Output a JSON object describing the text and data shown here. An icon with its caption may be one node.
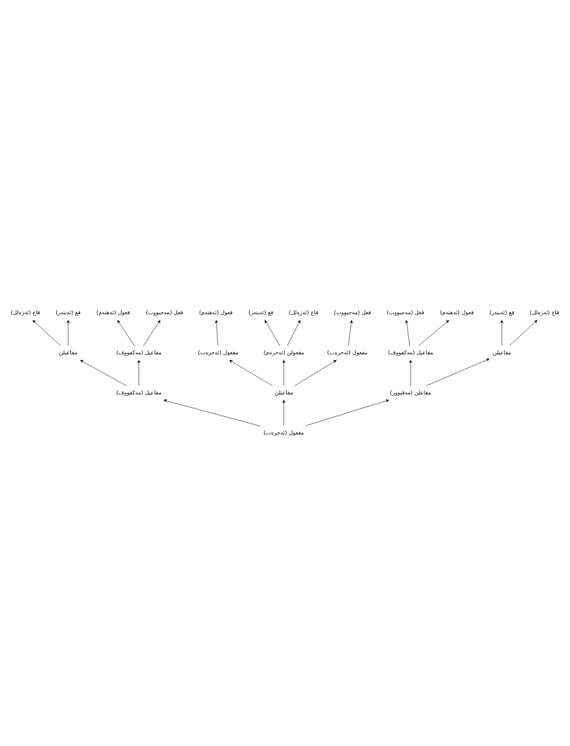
{
  "diagram": {
    "nodes": [
      {
        "text": [
          "فع (ئەبتەر)"
        ]
      },
      {
        "text": [
          "فاع (ئەزەلل)"
        ]
      },
      {
        "text": [
          "فعول (ئەهتەم)"
        ]
      },
      {
        "text": [
          "فعل (مەجبووب)"
        ]
      },
      {
        "text": [
          "مفعول (ئەخرەب)"
        ]
      },
      {
        "text": [
          "مفعولن (ئەخرەم)"
        ]
      },
      {
        "text": [
          "مفعول (ئەخرەب)"
        ]
      },
      {
        "text": [
          "فاع (ئەزەلل)"
        ]
      },
      {
        "text": [
          "فعل (مەجبووب)"
        ]
      },
      {
        "text": [
          "فعول (ئەهتەم)"
        ]
      },
      {
        "text": [
          "فع (ئەبتەر)"
        ]
      },
      {
        "text": [
          "فعول (ئەهتەم)"
        ]
      },
      {
        "text": [
          "فع (ئەبتەر)"
        ]
      },
      {
        "text": [
          "فعل (مەجبووب)"
        ]
      },
      {
        "text": [
          "فاع (ئەزەلل)"
        ]
      },
      {
        "text": [
          "مفاعیلن"
        ]
      },
      {
        "text": [
          "مفاعیل (مەکفووف)"
        ]
      },
      {
        "text": [
          "مفاعیل (مەکفووف)"
        ]
      },
      {
        "text": [
          "مفاعیلن"
        ]
      },
      {
        "text": [
          "مفاعیل (مەکفووف)"
        ]
      },
      {
        "text": [
          "مفاعیلن"
        ]
      },
      {
        "text": [
          "مفاعلن (مەقبووز)"
        ]
      },
      {
        "text": [
          "مفعول (ئەخرەب)"
        ]
      }
    ],
    "edges": [
      {
        "from": 22,
        "to": 19,
        "arrow": "to"
      },
      {
        "from": 22,
        "to": 20,
        "arrow": "to"
      },
      {
        "from": 22,
        "to": 21,
        "arrow": "to"
      },
      {
        "from": 19,
        "to": 17,
        "arrow": "to"
      },
      {
        "from": 19,
        "to": 15,
        "arrow": "to"
      },
      {
        "from": 20,
        "to": 4,
        "arrow": "to"
      },
      {
        "from": 20,
        "to": 5,
        "arrow": "to"
      },
      {
        "from": 20,
        "to": 6,
        "arrow": "to"
      },
      {
        "from": 21,
        "to": 16,
        "arrow": "to"
      },
      {
        "from": 21,
        "to": 18,
        "arrow": "to"
      },
      {
        "from": 17,
        "to": 13,
        "arrow": "to"
      },
      {
        "from": 17,
        "to": 9,
        "arrow": "to"
      },
      {
        "from": 15,
        "to": 10,
        "arrow": "to"
      },
      {
        "from": 15,
        "to": 7,
        "arrow": "to"
      },
      {
        "from": 16,
        "to": 8,
        "arrow": "to"
      },
      {
        "from": 16,
        "to": 11,
        "arrow": "to"
      },
      {
        "from": 18,
        "to": 12,
        "arrow": "to"
      },
      {
        "from": 18,
        "to": 14,
        "arrow": "to"
      },
      {
        "from": 4,
        "to": 2,
        "arrow": "to"
      },
      {
        "from": 5,
        "to": 0,
        "arrow": "to"
      },
      {
        "from": 5,
        "to": 1,
        "arrow": "to"
      },
      {
        "from": 6,
        "to": 3,
        "arrow": "to"
      }
    ]
  }
}
